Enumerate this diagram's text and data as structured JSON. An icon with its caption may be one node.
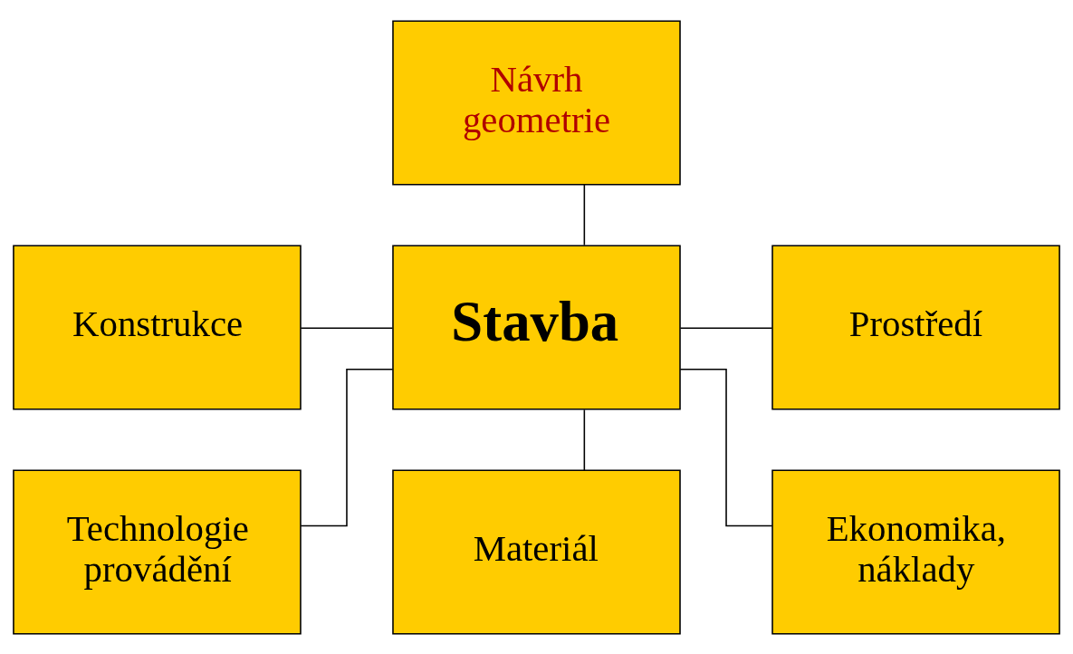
{
  "diagram": {
    "nodes": [
      {
        "text": [
          "Návrh geometrie"
        ]
      },
      {
        "text": [
          "Konstrukce"
        ]
      },
      {
        "text": [
          "Prostředí"
        ]
      },
      {
        "text": [
          "Stavba"
        ]
      },
      {
        "text": [
          "Technologie provádění"
        ]
      },
      {
        "text": [
          "Ekonomika, náklady"
        ]
      },
      {
        "text": [
          "Materiál"
        ]
      }
    ],
    "edges": [
      {
        "from": 3,
        "to": 0,
        "arrow": "none"
      },
      {
        "from": 3,
        "to": 1,
        "arrow": "none"
      },
      {
        "from": 3,
        "to": 2,
        "arrow": "none"
      },
      {
        "from": 3,
        "to": 4,
        "arrow": "none"
      },
      {
        "from": 3,
        "to": 5,
        "arrow": "none"
      },
      {
        "from": 3,
        "to": 6,
        "arrow": "none"
      }
    ]
  }
}
